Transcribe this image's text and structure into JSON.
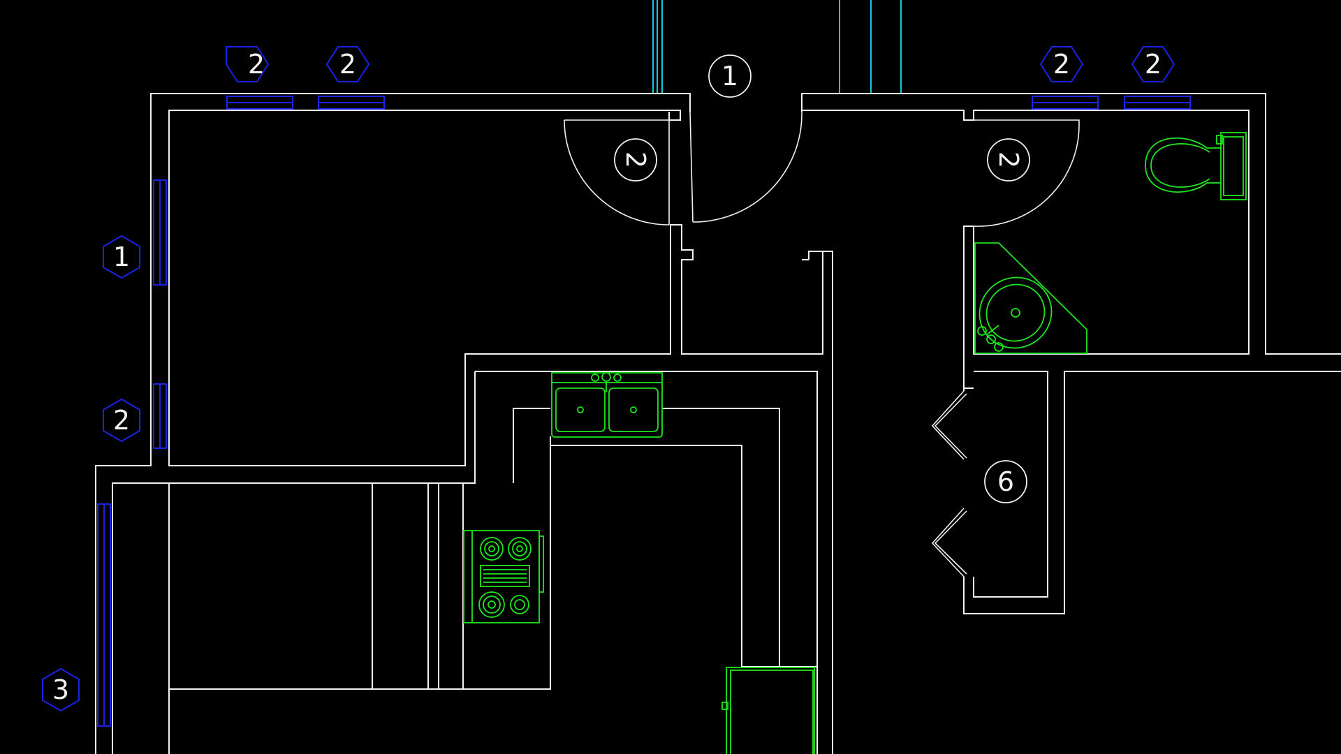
{
  "door_tags": [
    "1",
    "2",
    "2",
    "6"
  ],
  "window_tags": [
    "2",
    "2",
    "2",
    "2",
    "1",
    "2",
    "3"
  ],
  "colors": {
    "background": "#000000",
    "walls": "#f2f2f2",
    "windows": "#1a22e6",
    "fixtures": "#1ee61e",
    "existing_lines": "#19c8d8"
  }
}
